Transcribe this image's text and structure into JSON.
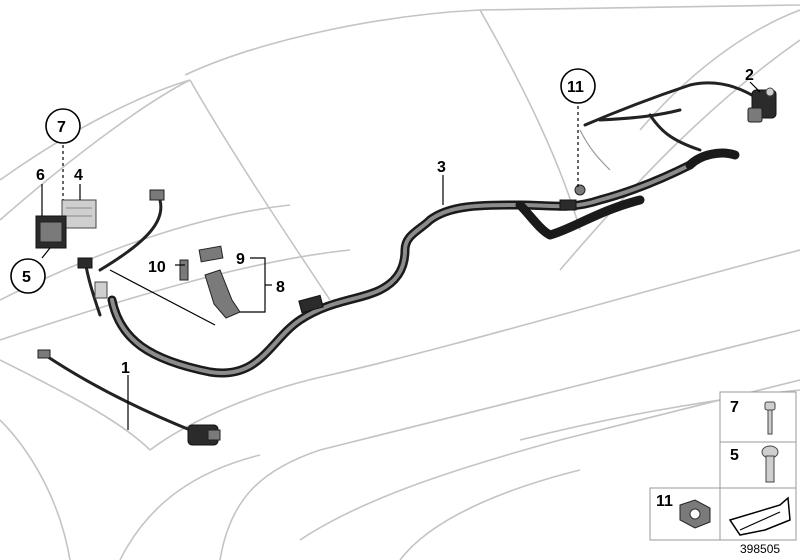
{
  "callouts": {
    "c1": "1",
    "c2": "2",
    "c3": "3",
    "c4": "4",
    "c5": "5",
    "c6": "6",
    "c7": "7",
    "c8": "8",
    "c9": "9",
    "c10": "10",
    "c11": "11"
  },
  "legend": {
    "item7": "7",
    "item5": "5",
    "item11": "11"
  },
  "reference_number": "398505"
}
